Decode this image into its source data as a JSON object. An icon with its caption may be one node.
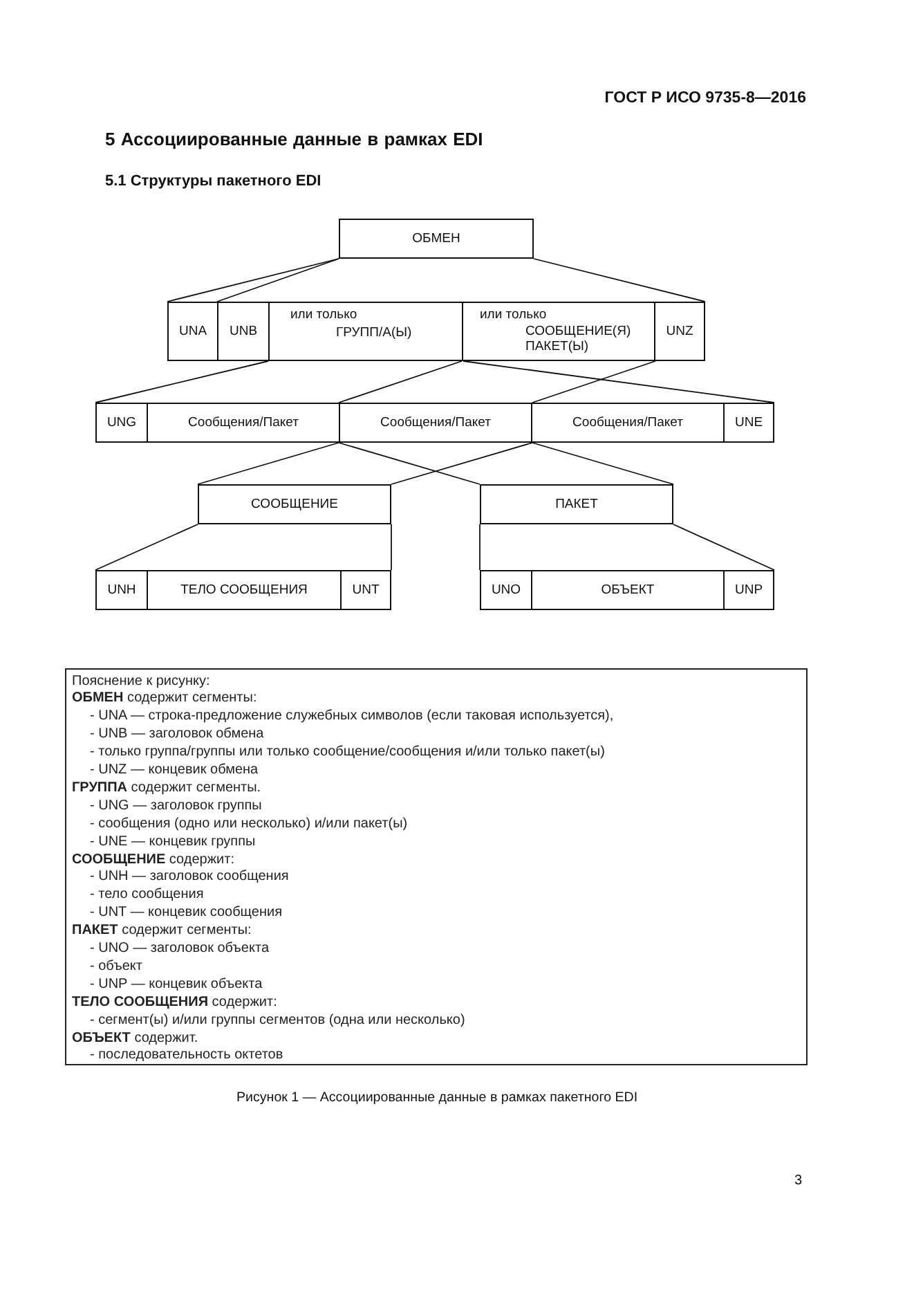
{
  "diagram": {
    "caption": "Рисунок 1 — Ассоциированные данные в рамках пакетного EDI",
    "nodes": [
      {
        "text": [
          "ОБМЕН"
        ]
      },
      {
        "text": [
          "UNA"
        ]
      },
      {
        "text": [
          "UNB"
        ]
      },
      {
        "text": [
          "или только",
          "ГРУПП/А(Ы)"
        ]
      },
      {
        "text": [
          "или только",
          "СООБЩЕНИЕ(Я) ПАКЕТ(Ы)"
        ]
      },
      {
        "text": [
          "UNZ"
        ]
      },
      {
        "text": [
          "UNG"
        ]
      },
      {
        "text": [
          "Сообщения/Пакет"
        ]
      },
      {
        "text": [
          "Сообщения/Пакет"
        ]
      },
      {
        "text": [
          "Сообщения/Пакет"
        ]
      },
      {
        "text": [
          "UNE"
        ]
      },
      {
        "text": [
          "СООБЩЕНИЕ"
        ]
      },
      {
        "text": [
          "ПАКЕТ"
        ]
      },
      {
        "text": [
          "UNH"
        ]
      },
      {
        "text": [
          "ТЕЛО СООБЩЕНИЯ"
        ]
      },
      {
        "text": [
          "UNT"
        ]
      },
      {
        "text": [
          "UNO"
        ]
      },
      {
        "text": [
          "ОБЪЕКТ"
        ]
      },
      {
        "text": [
          "UNP"
        ]
      },
      {
        "text": [
          "Пояснение к рисунку:",
          "**ОБМЕН** содержит сегменты:",
          "- UNA — строка-предложение служебных символов (если таковая используется),",
          "- UNB — заголовок обмена",
          "- только группа/группы или только сообщение/сообщения и/или только пакет(ы)",
          "- UNZ — концевик обмена",
          "**ГРУППА** содержит сегменты.",
          "- UNG — заголовок группы",
          "- сообщения (одно или несколько) и/или пакет(ы)",
          "- UNE — концевик группы",
          "**СООБЩЕНИЕ** содержит:",
          "- UNH — заголовок сообщения",
          "- тело сообщения",
          "- UNT — концевик сообщения",
          "**ПАКЕТ** содержит сегменты:",
          "- UNO — заголовок объекта",
          "- объект",
          "- UNP — концевик объекта",
          "**ТЕЛО СООБЩЕНИЯ** содержит:",
          "- сегмент(ы) и/или группы сегментов (одна или несколько)",
          "**ОБЪЕКТ** содержит.",
          "- последовательность октетов"
        ]
      }
    ],
    "edges": [
      {
        "from": 0,
        "to": 1,
        "arrow": "none"
      },
      {
        "from": 0,
        "to": 2,
        "arrow": "none"
      },
      {
        "from": 0,
        "to": 5,
        "arrow": "none"
      },
      {
        "from": 3,
        "to": 6,
        "arrow": "none"
      },
      {
        "from": 3,
        "to": 10,
        "arrow": "none"
      },
      {
        "from": 4,
        "to": 8,
        "arrow": "none"
      },
      {
        "from": 4,
        "to": 8,
        "arrow": "none"
      },
      {
        "from": 8,
        "to": 11,
        "arrow": "none"
      },
      {
        "from": 8,
        "to": 11,
        "arrow": "none"
      },
      {
        "from": 8,
        "to": 12,
        "arrow": "none"
      },
      {
        "from": 8,
        "to": 12,
        "arrow": "none"
      },
      {
        "from": 11,
        "to": 13,
        "arrow": "none"
      },
      {
        "from": 11,
        "to": 15,
        "arrow": "none"
      },
      {
        "from": 12,
        "to": 16,
        "arrow": "none"
      },
      {
        "from": 12,
        "to": 18,
        "arrow": "none"
      }
    ],
    "labels": [
      "ГОСТ Р ИСО 9735-8—2016",
      "5 Ассоциированные данные в рамках EDI",
      "5.1 Структуры пакетного EDI",
      "3"
    ]
  }
}
